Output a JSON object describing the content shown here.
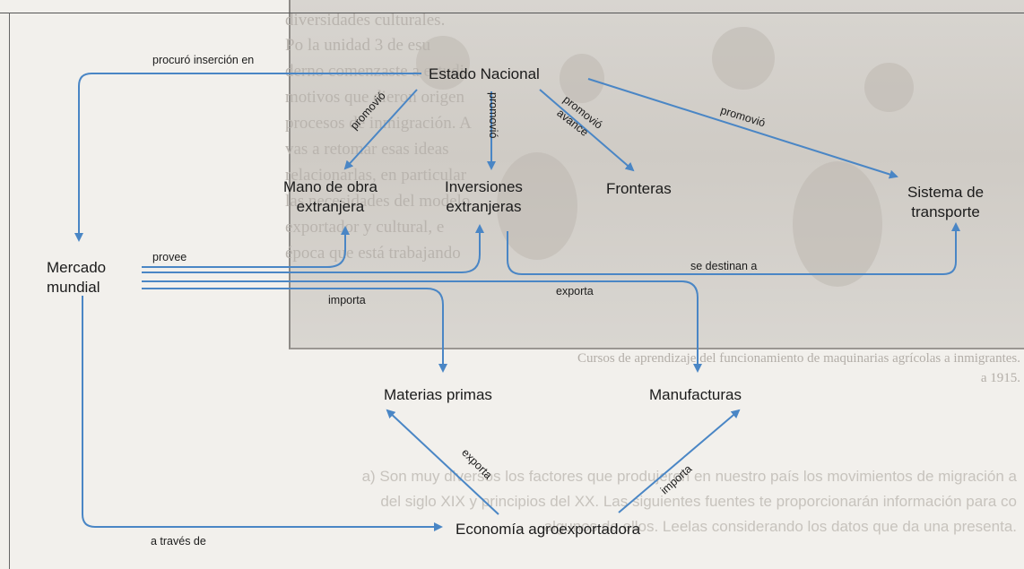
{
  "background": {
    "top_lines": [
      "diversidades culturales."
    ],
    "side_text": [
      "Po la unidad 3 de esu",
      "derno comenzaste a estudi",
      "motivos que dieron origen",
      "procesos de inmigración. A",
      "vas a retomar esas ideas",
      "relacionarlas, en particular",
      "las necesidades del modelo",
      "exportador y cultural, e",
      "época que está trabajando"
    ],
    "caption_lines": [
      "Cursos de aprendizaje del funcionamiento de maquinarias agrícolas a inmigrantes.",
      "a 1915."
    ],
    "question_lines": [
      "a) Son muy diversos los factores que produjeron en nuestro país los movimientos de migración a",
      "del siglo XIX y principios del XX. Las siguientes fuentes te proporcionarán información para co",
      "algunos de ellos. Leelas considerando los datos que da una presenta."
    ]
  },
  "nodes": {
    "estado": "Estado Nacional",
    "mano_1": "Mano de obra",
    "mano_2": "extranjera",
    "inv_1": "Inversiones",
    "inv_2": "extranjeras",
    "fronteras": "Fronteras",
    "sist_1": "Sistema de",
    "sist_2": "transporte",
    "mercado_1": "Mercado",
    "mercado_2": "mundial",
    "materias": "Materias primas",
    "manufacturas": "Manufacturas",
    "economia": "Economía agroexportadora"
  },
  "edges": {
    "procuro": "procuró inserción en",
    "promovio_mano": "promovió",
    "promovio_inv": "promovió",
    "promovio_fronteras_1": "promovió",
    "promovio_fronteras_2": "avance",
    "promovio_sist": "promovió",
    "provee": "provee",
    "se_destinan": "se destinan a",
    "importa_mercado": "importa",
    "exporta_mercado": "exporta",
    "exporta_econ": "exporta",
    "importa_econ": "importa",
    "traves": "a través de"
  },
  "colors": {
    "arrow": "#4a86c5",
    "text": "#1b1b1b"
  }
}
